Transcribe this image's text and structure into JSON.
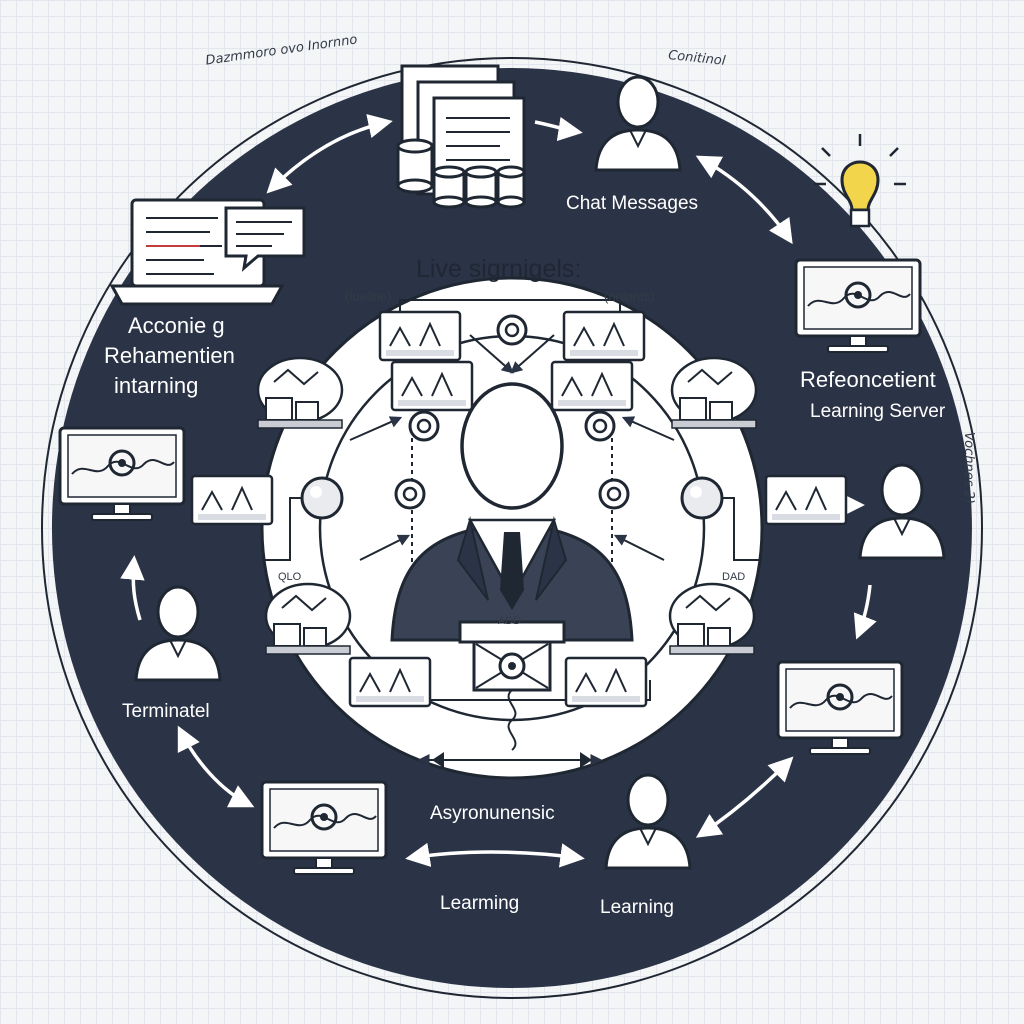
{
  "colors": {
    "ring": "#2b3446",
    "ink": "#1f2733",
    "paper": "#f4f5f7",
    "bulb": "#f2d54a"
  },
  "labels": {
    "top_left_caption": "Dazmmoro ovo Inornno",
    "top_right_caption": "Conitinol",
    "chat_messages": "Chat Messages",
    "center_title": "Live sigrnigels:",
    "center_left_tag": "(lueline)",
    "center_right_tag": "(nolonts)",
    "reinforcement_server_line1": "Refeoncetient",
    "reinforcement_server_line2": "Learning Server",
    "left_title_line1": "Acconie g",
    "left_title_line2": "Rehamentien",
    "left_title_line3": "intarning",
    "terminal": "Terminatel",
    "asynchronous": "Asyronunensic",
    "learning_left": "Learming",
    "learning_right": "Learning",
    "side_vertical": "Vochnes 2)",
    "center_box_tag": "ADD",
    "center_left_small": "QLO",
    "center_right_small": "DAD"
  },
  "icons": [
    "database-icon",
    "document-icon",
    "user-icon",
    "laptop-icon",
    "chat-bubble-icon",
    "lightbulb-icon",
    "monitor-icon",
    "arrow-icon",
    "gear-icon",
    "neural-node-icon",
    "router-icon"
  ]
}
